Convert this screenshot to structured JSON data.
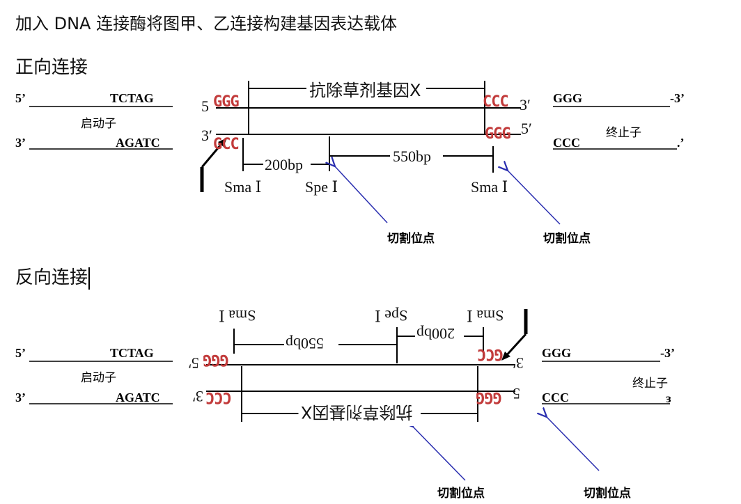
{
  "title": "加入 DNA 连接酶将图甲、乙连接构建基因表达载体",
  "sections": {
    "forward": "正向连接",
    "reverse": "反向连接"
  },
  "left_fragment": {
    "top_5": "5’",
    "top_seq": "TCTAG",
    "label": "启动子",
    "bottom_3": "3’",
    "bottom_seq": "AGATC"
  },
  "right_fragment": {
    "top_seq": "GGG",
    "top_end": "-3’",
    "label": "终止子",
    "bottom_seq": "CCC",
    "bottom_end": ".’"
  },
  "insert": {
    "gene_label": "抗除草剂基因X",
    "left_top": "GGG",
    "left_bottom": "GCC",
    "right_top": "CCC",
    "right_bottom": "GGG",
    "prime5": "5",
    "prime3": "3′",
    "prime5b": "5′",
    "prime3b": "3′",
    "dist1": "200bp",
    "dist2": "550bp",
    "site_sma": "Sma Ⅰ",
    "site_spe": "Spe Ⅰ"
  },
  "cut_label": "切割位点",
  "reverse_right": {
    "bottom_end": "ɜ"
  },
  "colors": {
    "arrow": "#2b2fb0",
    "sticky_end": "#c23b3b"
  }
}
